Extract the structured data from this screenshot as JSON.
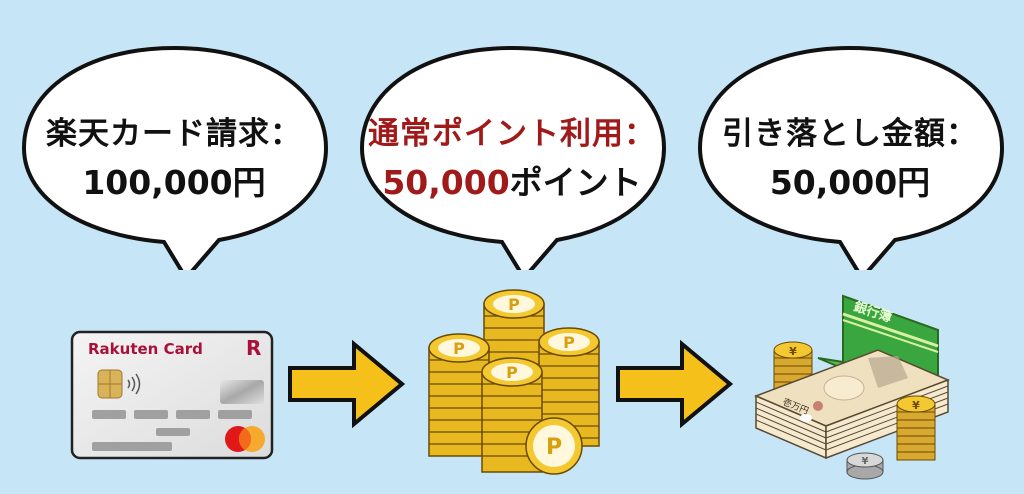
{
  "colors": {
    "background": "#c6e6f7",
    "highlight_red": "#a01a1a",
    "arrow_fill": "#f5c01a",
    "coin_gold": "#e8b820",
    "bank_book_green": "#3aa640",
    "card_red": "#b00020"
  },
  "steps": [
    {
      "label": "楽天カード請求：",
      "value": "100,000円",
      "icon": "credit-card-icon",
      "card": {
        "brand_text": "Rakuten Card",
        "logo_letter": "R"
      }
    },
    {
      "label": "通常ポイント利用：",
      "value_number": "50,000",
      "value_unit": "ポイント",
      "icon": "points-coins-icon",
      "coin_letter": "P"
    },
    {
      "label": "引き落とし金額：",
      "value": "50,000円",
      "icon": "cash-and-bankbook-icon",
      "bankbook_text": "銀行簿",
      "banknote_text": "壱万円",
      "coin_symbol": "¥"
    }
  ],
  "arrows": [
    "right-arrow-icon",
    "right-arrow-icon"
  ]
}
